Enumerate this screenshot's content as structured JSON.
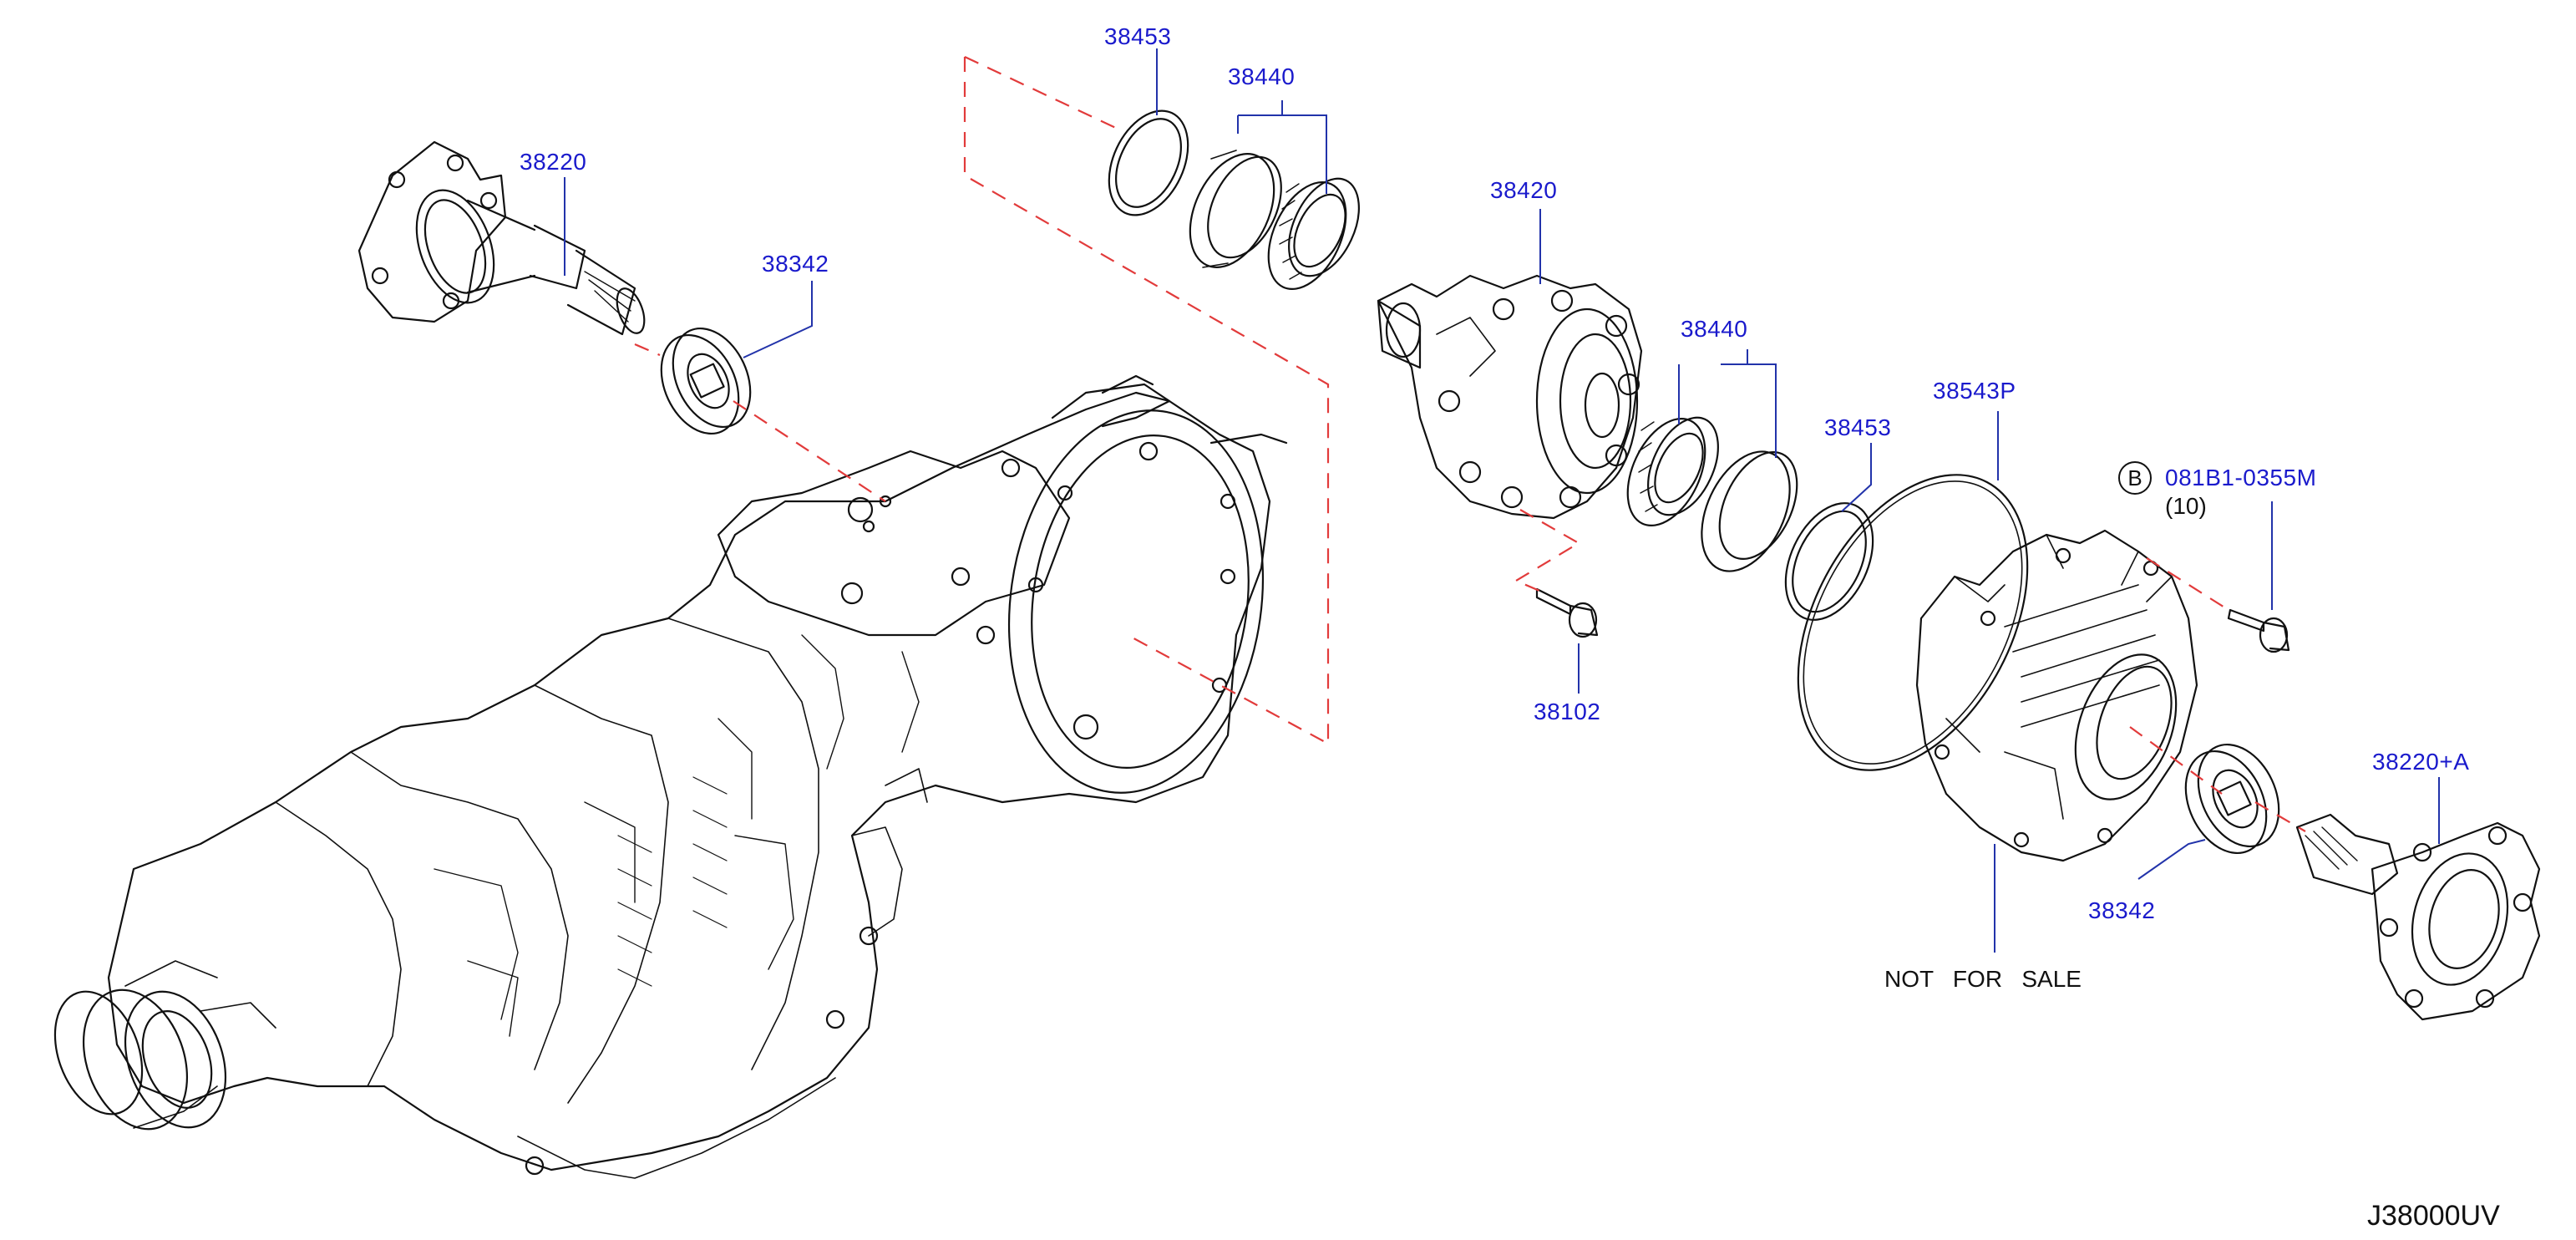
{
  "colors": {
    "callout": "#1a1acc",
    "leader": "#2233aa",
    "dashed": "#e23b3b",
    "outline": "#111111"
  },
  "callouts": {
    "c38453_top": "38453",
    "c38440_top": "38440",
    "c38220": "38220",
    "c38342_left": "38342",
    "c38420": "38420",
    "c38440_mid": "38440",
    "c38453_mid": "38453",
    "c38543P": "38543P",
    "c081B1": "081B1-0355M",
    "c081B1_qty": "(10)",
    "c38102": "38102",
    "c38220A": "38220+A",
    "c38342_right": "38342"
  },
  "badge": "B",
  "stamp": "NOT   FOR   SALE",
  "diagram_id": "J38000UV"
}
